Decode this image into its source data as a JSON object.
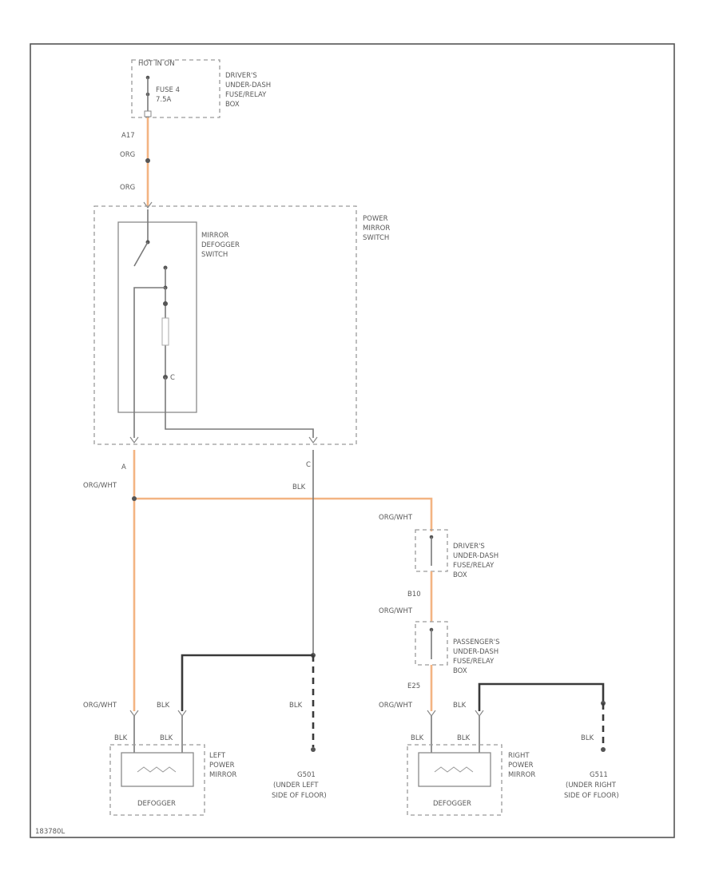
{
  "colors": {
    "orange_wire": "#f3b482",
    "black_wire": "#3a3a3a",
    "gray_wire": "#7a7a7a",
    "frame": "#555555"
  },
  "fuse_box_top": {
    "header": "HOT IN ON",
    "fuse_name": "FUSE 4",
    "fuse_rating": "7.5A",
    "location": [
      "DRIVER'S",
      "UNDER-DASH",
      "FUSE/RELAY",
      "BOX"
    ],
    "terminal": "A17"
  },
  "wire_labels": {
    "org_upper": "ORG",
    "org_lower": "ORG",
    "org_wht_main": "ORG/WHT",
    "blk_main": "BLK",
    "pin_a": "A",
    "pin_c": "C",
    "org_wht_right1": "ORG/WHT",
    "b10": "B10",
    "org_wht_right2": "ORG/WHT",
    "e25": "E25"
  },
  "power_mirror_switch": {
    "title": [
      "POWER",
      "MIRROR",
      "SWITCH"
    ],
    "sub_title": [
      "MIRROR",
      "DEFOGGER",
      "SWITCH"
    ],
    "inner_pin": "C"
  },
  "right_fuse_box_1": {
    "location": [
      "DRIVER'S",
      "UNDER-DASH",
      "FUSE/RELAY",
      "BOX"
    ]
  },
  "right_fuse_box_2": {
    "location": [
      "PASSENGER'S",
      "UNDER-DASH",
      "FUSE/RELAY",
      "BOX"
    ]
  },
  "left_mirror": {
    "wire_a": "ORG/WHT",
    "wire_b": "BLK",
    "wire_c": "BLK",
    "wire_d": "BLK",
    "name": [
      "LEFT",
      "POWER",
      "MIRROR"
    ],
    "element": "DEFOGGER"
  },
  "left_ground": {
    "wire": "BLK",
    "name": [
      "G501",
      "(UNDER LEFT",
      "SIDE OF FLOOR)"
    ]
  },
  "right_mirror": {
    "wire_a": "ORG/WHT",
    "wire_b": "BLK",
    "wire_c": "BLK",
    "wire_d": "BLK",
    "name": [
      "RIGHT",
      "POWER",
      "MIRROR"
    ],
    "element": "DEFOGGER"
  },
  "right_ground": {
    "wire": "BLK",
    "name": [
      "G511",
      "(UNDER RIGHT",
      "SIDE OF FLOOR)"
    ]
  },
  "figure_id": "183780L"
}
